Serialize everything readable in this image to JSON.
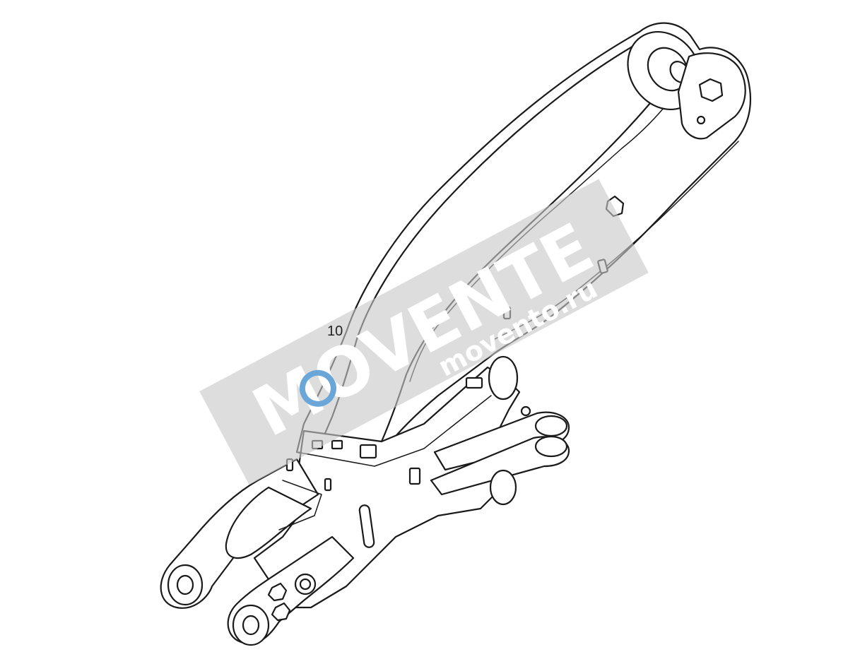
{
  "diagram": {
    "part_number_label": "10"
  },
  "watermark": {
    "brand_text": "MOVENTE",
    "site_text": "movento.ru",
    "band_color": "#c8c8c8",
    "logo_accent_color": "#6aa7d8"
  }
}
